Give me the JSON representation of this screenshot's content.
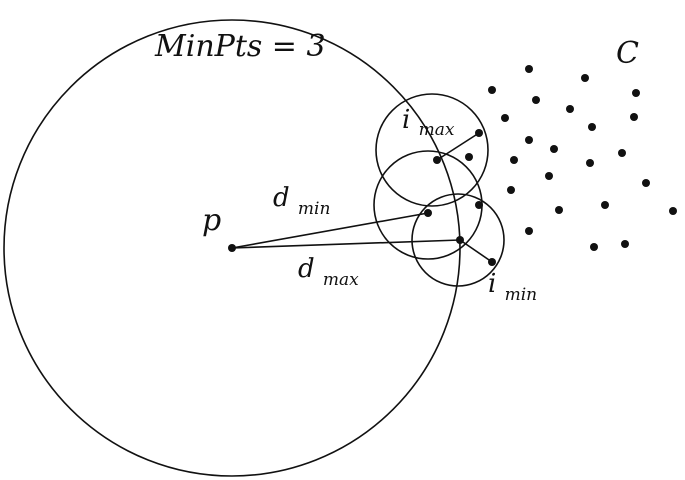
{
  "diagram": {
    "min_pts_label": "MinPts = 3",
    "cluster_label": "C",
    "point_label": "p",
    "d_min": {
      "base": "d",
      "sub": "min"
    },
    "d_max": {
      "base": "d",
      "sub": "max"
    },
    "i_max": {
      "base": "i",
      "sub": "max"
    },
    "i_min": {
      "base": "i",
      "sub": "min"
    }
  },
  "colors": {
    "ink": "#111111",
    "background": "#ffffff"
  }
}
